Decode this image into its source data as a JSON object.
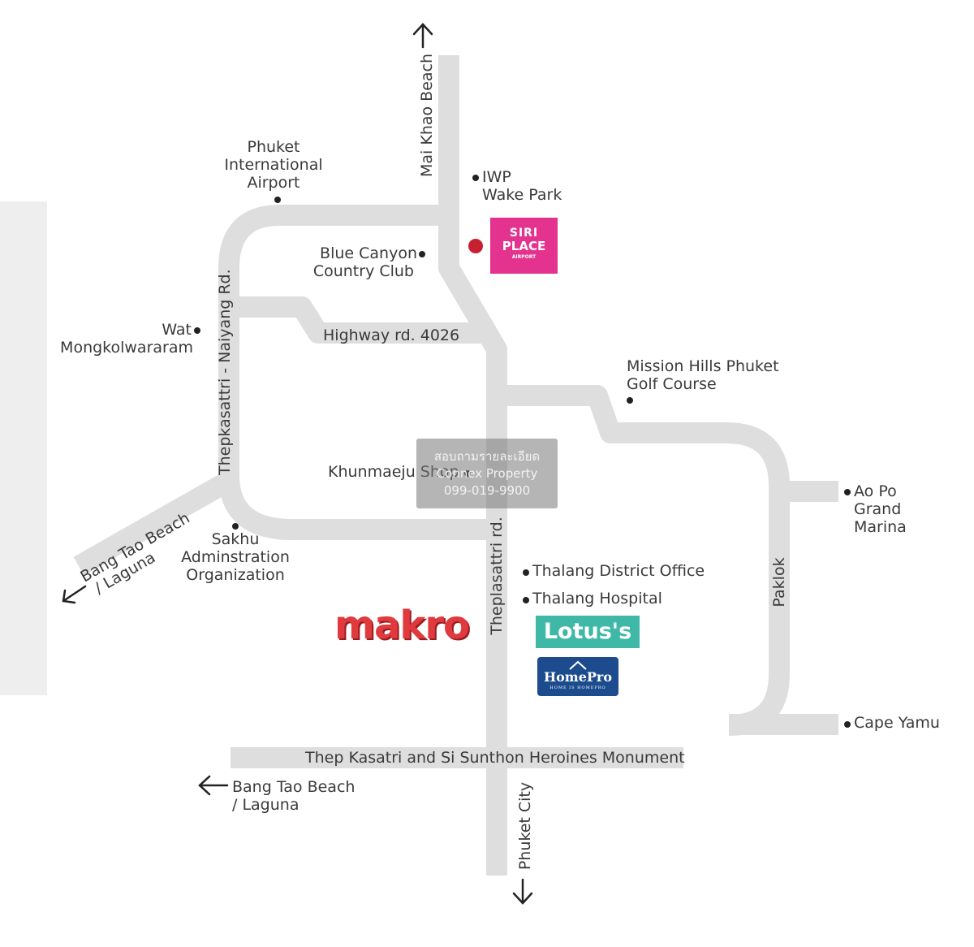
{
  "map": {
    "road_color": "#dedede",
    "labels": {
      "mai_khao_beach": "Mai Khao Beach",
      "phuket_airport": [
        "Phuket",
        "International",
        "Airport"
      ],
      "iwp": [
        "IWP",
        "Wake Park"
      ],
      "blue_canyon": [
        "Blue Canyon",
        "Country Club"
      ],
      "highway_4026": "Highway rd. 4026",
      "wat_mongkol": [
        "Wat",
        "Mongkolwararam"
      ],
      "thepkasattri_naiyang": "Thepkasattri - Naiyang Rd.",
      "mission_hills": [
        "Mission Hills Phuket",
        "Golf Course"
      ],
      "khunmaeju": "Khunmaeju Shop",
      "ao_po": [
        "Ao Po",
        "Grand",
        "Marina"
      ],
      "sakhu": [
        "Sakhu",
        "Adminstration",
        "Organization"
      ],
      "bang_tao_diag": [
        "Bang Tao Beach",
        "/ Laguna"
      ],
      "thepkasattri_rd": "Theplasattri rd.",
      "thalang_district": "Thalang District Office",
      "thalang_hospital": "Thalang Hospital",
      "paklok": "Paklok",
      "cape_yamu": "Cape Yamu",
      "monument": "Thep Kasatri and Si Sunthon Heroines Monument",
      "bang_tao_bottom": [
        "Bang Tao Beach",
        "/ Laguna"
      ],
      "phuket_city": "Phuket City"
    },
    "logos": {
      "siri": [
        "SIRI",
        "PLACE",
        "AIRPORT"
      ],
      "makro": "makro",
      "lotus": "Lotus's",
      "homepro": [
        "HomePro",
        "HOME IS HOMEPRO"
      ]
    },
    "watermark": [
      "สอบถามรายละเอียด",
      "Connex Property",
      "099-019-9900"
    ]
  }
}
